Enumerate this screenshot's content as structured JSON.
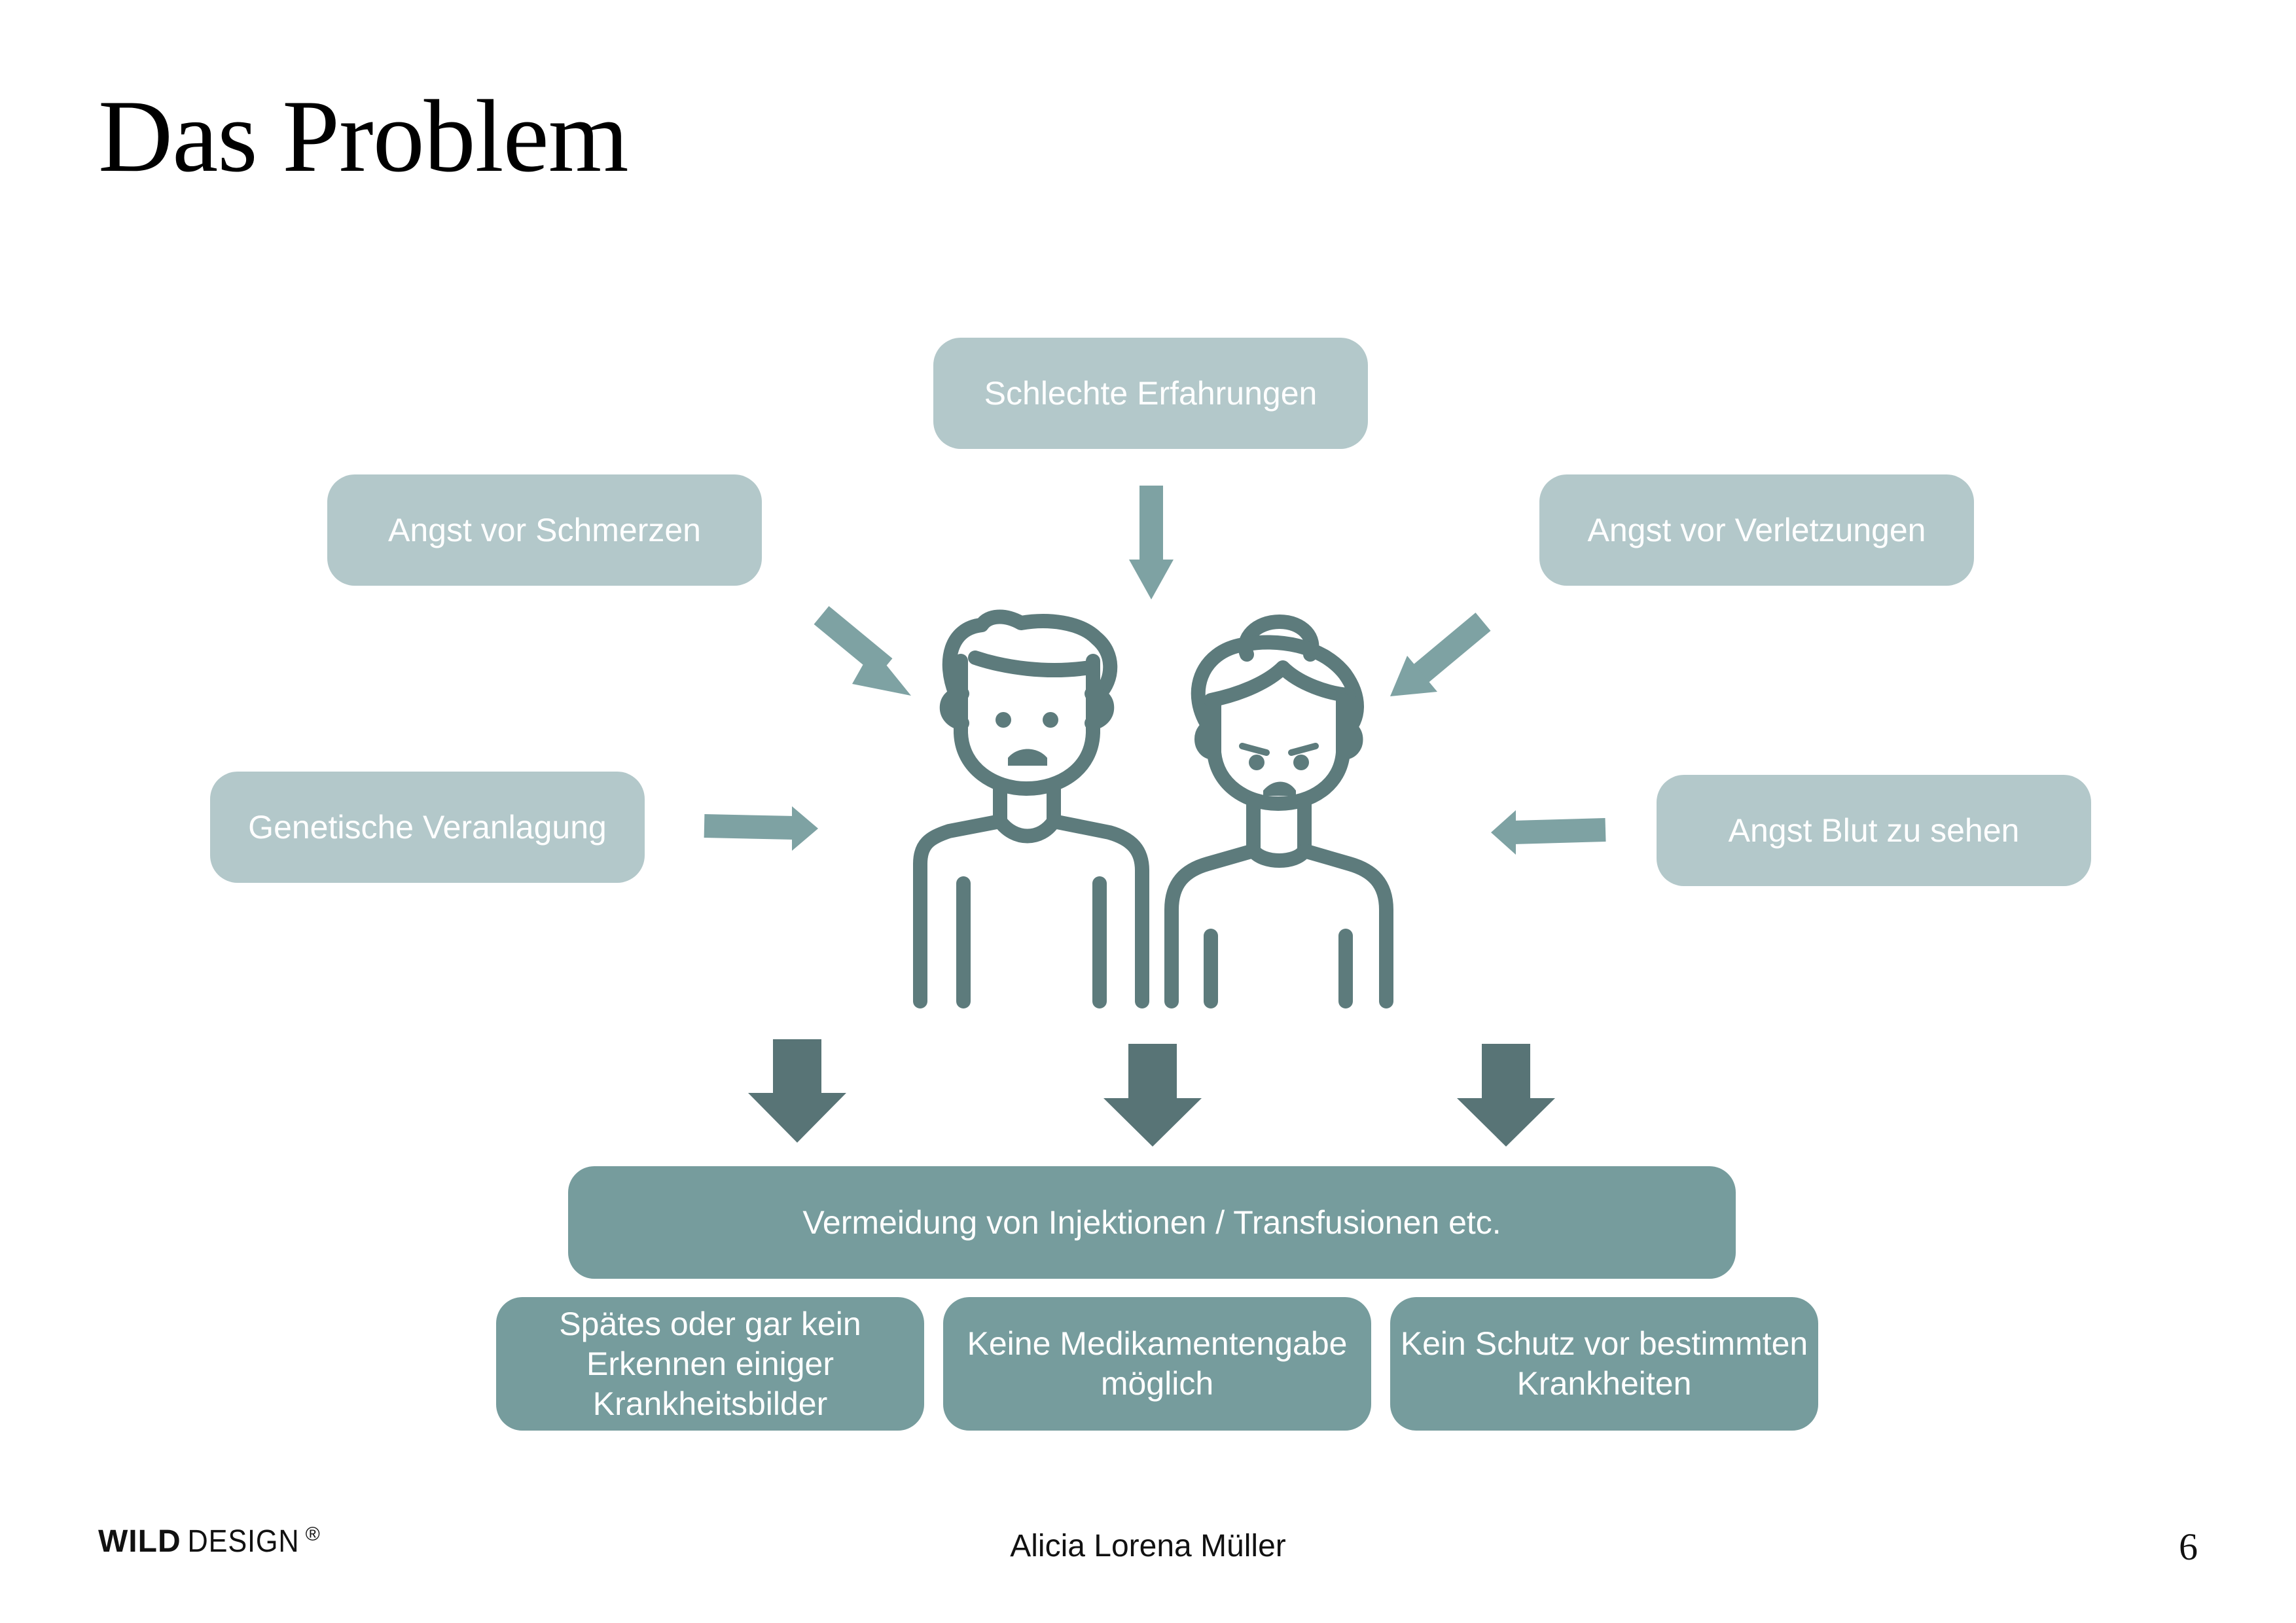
{
  "title": "Das Problem",
  "causes": {
    "top": "Schlechte Erfahrungen",
    "upper_left": "Angst vor Schmerzen",
    "upper_right": "Angst vor Verletzungen",
    "lower_left": "Genetische Veranlagung",
    "lower_right": "Angst Blut zu sehen"
  },
  "result": "Vermeidung von Injektionen / Transfusionen etc.",
  "consequences": [
    "Spätes oder gar kein Erkennen einiger Krankheitsbilder",
    "Keine Medikamentengabe möglich",
    "Kein Schutz vor bestimmten Krankheiten"
  ],
  "footer": {
    "logo_bold": "WILD",
    "logo_light": "DESIGN",
    "logo_mark": "®",
    "author": "Alicia Lorena Müller",
    "page_number": "6"
  },
  "colors": {
    "light_box": "#b3c8ca",
    "dark_box": "#769c9d",
    "icon": "#5d7b7c",
    "arrow_light": "#7ea2a3",
    "arrow_dark": "#587476"
  },
  "icons": [
    "people-icon",
    "arrow-icon"
  ]
}
